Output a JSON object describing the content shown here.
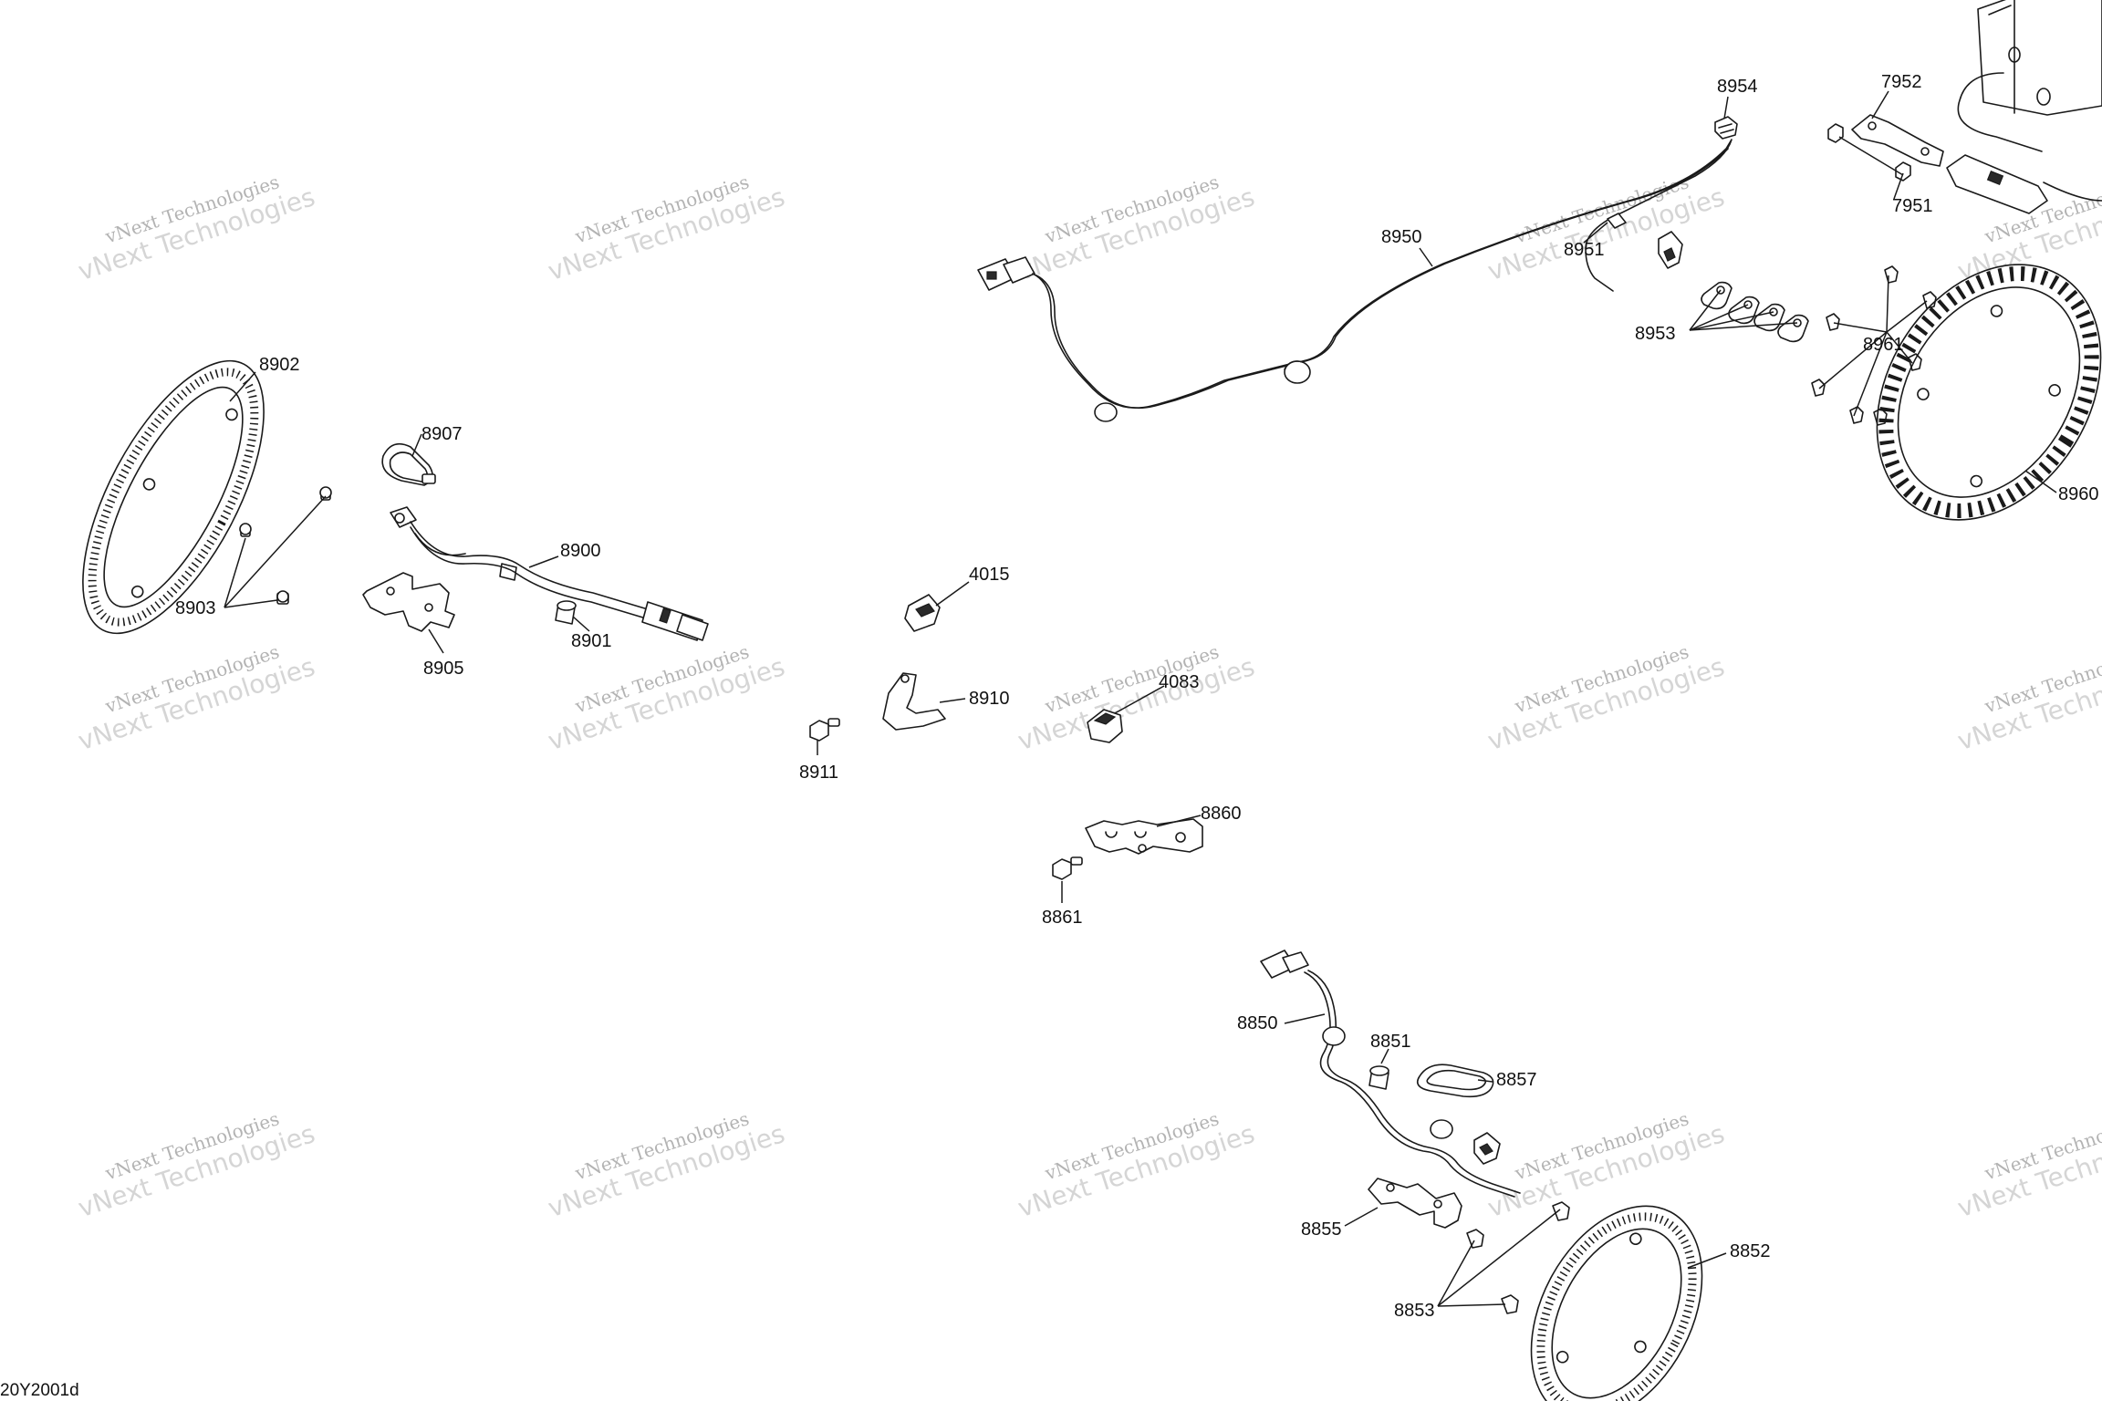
{
  "diagram": {
    "reference_code": "20Y2001d",
    "watermark": {
      "line1": "vNext Technologies",
      "line2": "vNext Technologies"
    },
    "callouts": {
      "c8902": "8902",
      "c8903": "8903",
      "c8907": "8907",
      "c8900": "8900",
      "c8901": "8901",
      "c8905": "8905",
      "c4015": "4015",
      "c8910": "8910",
      "c8911": "8911",
      "c4083": "4083",
      "c8860": "8860",
      "c8861": "8861",
      "c8950": "8950",
      "c8951": "8951",
      "c8953": "8953",
      "c8954": "8954",
      "c7952": "7952",
      "c7951": "7951",
      "c8961": "8961",
      "c8960": "8960",
      "c8850": "8850",
      "c8851": "8851",
      "c8857": "8857",
      "c8855": "8855",
      "c8853": "8853",
      "c8852": "8852"
    }
  }
}
